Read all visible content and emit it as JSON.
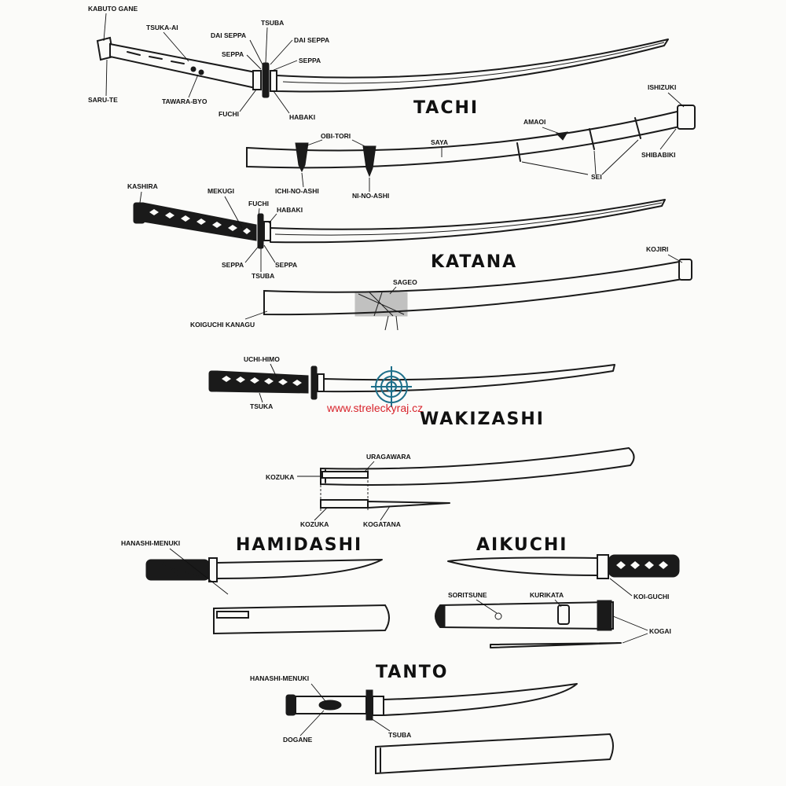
{
  "titles": {
    "tachi": "TACHI",
    "katana": "KATANA",
    "wakizashi": "WAKIZASHI",
    "hamidashi": "HAMIDASHI",
    "aikuchi": "AIKUCHI",
    "tanto": "TANTO"
  },
  "labels": {
    "kabuto_gane": "KABUTO GANE",
    "tsuka_ai": "TSUKA-AI",
    "dai_seppa_left": "DAI SEPPA",
    "tsuba_tachi": "TSUBA",
    "dai_seppa_right": "DAI SEPPA",
    "seppa_tachi_left": "SEPPA",
    "seppa_tachi_right": "SEPPA",
    "saru_te": "SARU-TE",
    "tawara_byo": "TAWARA-BYO",
    "fuchi_tachi": "FUCHI",
    "habaki_tachi": "HABAKI",
    "ishizuki": "ISHIZUKI",
    "amaoi": "AMAOI",
    "obi_tori": "OBI-TORI",
    "saya": "SAYA",
    "shibabiki": "SHIBABIKI",
    "sei": "SEI",
    "ichi_no_ashi": "ICHI-NO-ASHI",
    "ni_no_ashi": "NI-NO-ASHI",
    "kashira": "KASHIRA",
    "mekugi": "MEKUGI",
    "fuchi_katana": "FUCHI",
    "habaki_katana": "HABAKI",
    "seppa_katana_left": "SEPPA",
    "seppa_katana_right": "SEPPA",
    "tsuba_katana": "TSUBA",
    "kojiri": "KOJIRI",
    "sageo": "SAGEO",
    "koiguchi_kanagu": "KOIGUCHI  KANAGU",
    "uchi_himo": "UCHI-HIMO",
    "tsuka": "TSUKA",
    "uragawara": "URAGAWARA",
    "kozuka_top": "KOZUKA",
    "kozuka_bottom": "KOZUKA",
    "kogatana": "KOGATANA",
    "hanashi_menuki_hamidashi": "HANASHI-MENUKI",
    "soritsune": "SORITSUNE",
    "kurikata": "KURIKATA",
    "koi_guchi": "KOI-GUCHI",
    "kogai": "KOGAI",
    "hanashi_menuki_tanto": "HANASHI-MENUKI",
    "dogane": "DOGANE",
    "tsuba_tanto": "TSUBA"
  },
  "watermark": {
    "text": "www.streleckyraj.cz",
    "color": "#d8242c",
    "logo_color": "#1d6f8a"
  }
}
